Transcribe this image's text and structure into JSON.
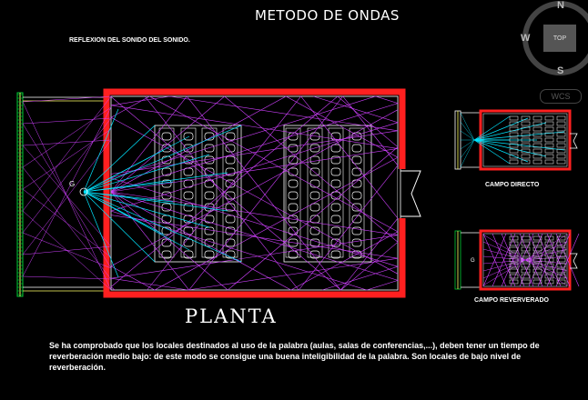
{
  "drawing": {
    "title": "METODO DE ONDAS",
    "subtitle": "REFLEXION DEL SONIDO DEL SONIDO.",
    "plan_label": "PLANTA",
    "source_symbol": "G",
    "source_symbol_small": "G",
    "caption_direct": "CAMPO DIRECTO",
    "caption_reverb": "CAMPO REVERVERADO",
    "note": "Se ha comprobado que los locales destinados al uso de la palabra (aulas, salas de conferencias,...), deben tener un tiempo de reverberación medio bajo: de este modo se consigue una buena inteligibilidad de la palabra. Son locales de bajo nivel de reverberación."
  },
  "viewcube": {
    "north": "N",
    "west": "W",
    "south": "S",
    "face": "TOP",
    "ucs_label": "WCS"
  },
  "colors": {
    "background": "#000000",
    "wall": "#ff2020",
    "outline": "#ffffff",
    "direct_rays": "#00e5ff",
    "reflected_rays": "#d040ff",
    "screen": "#ffff66",
    "screen_hatch": "#00cc33"
  }
}
